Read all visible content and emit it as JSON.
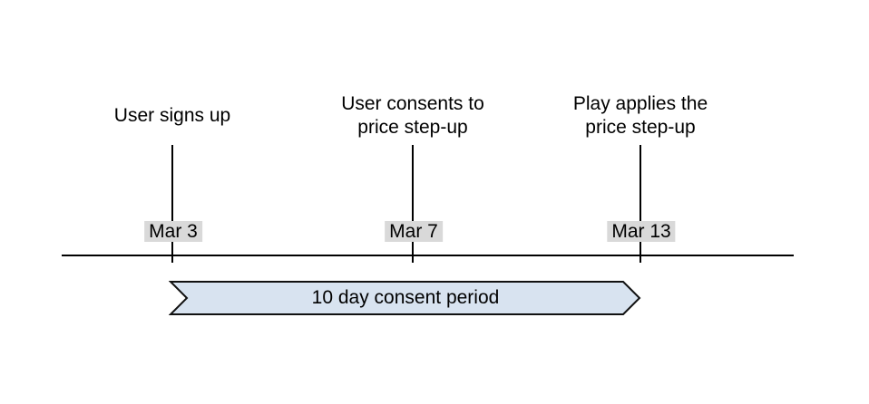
{
  "colors": {
    "background": "#ffffff",
    "line": "#000000",
    "text": "#000000",
    "date-bg": "#d9d9d9",
    "banner-fill": "#d8e3f0",
    "banner-stroke": "#111111"
  },
  "timeline": {
    "events": [
      {
        "label": "User signs up",
        "date": "Mar 3"
      },
      {
        "label": "User consents to\nprice step-up",
        "date": "Mar 7"
      },
      {
        "label": "Play applies the\nprice step-up",
        "date": "Mar 13"
      }
    ],
    "banner_label": "10 day consent period"
  }
}
